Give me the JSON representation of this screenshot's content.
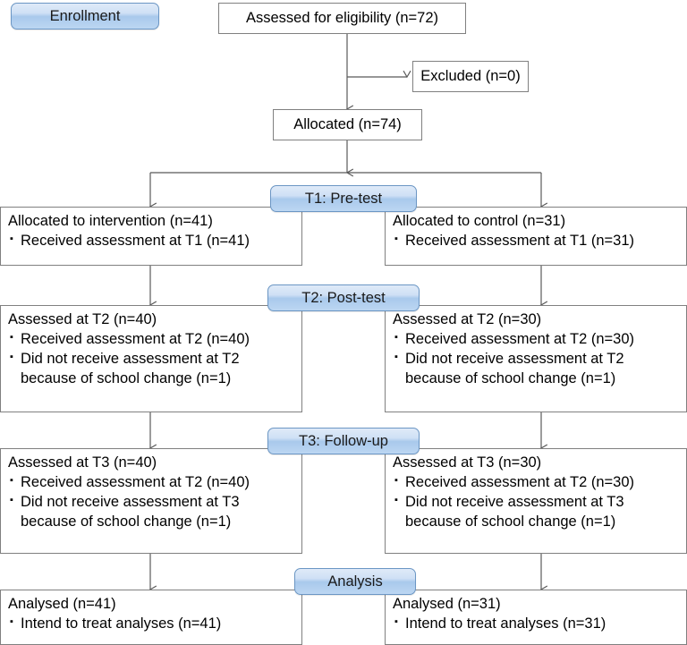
{
  "diagram": {
    "type": "consort-flow-diagram",
    "stage_labels": [
      {
        "id": "enrollment",
        "text": "Enrollment"
      },
      {
        "id": "t1",
        "text": "T1: Pre-test"
      },
      {
        "id": "t2",
        "text": "T2: Post-test"
      },
      {
        "id": "t3",
        "text": "T3: Follow-up"
      },
      {
        "id": "analysis",
        "text": "Analysis"
      }
    ],
    "enrollment": {
      "assessed": "Assessed for eligibility (n=72)",
      "excluded": "Excluded  (n=0)",
      "allocated": "Allocated (n=74)"
    },
    "t1": {
      "left": {
        "title": "Allocated to intervention (n=41)",
        "items": [
          "Received assessment at T1 (n=41)"
        ]
      },
      "right": {
        "title": "Allocated to control (n=31)",
        "items": [
          "Received assessment at T1 (n=31)"
        ]
      }
    },
    "t2": {
      "left": {
        "title": "Assessed at T2 (n=40)",
        "items": [
          "Received assessment at T2 (n=40)",
          "Did not receive assessment at T2"
        ],
        "continuation": "because of school change (n=1)"
      },
      "right": {
        "title": "Assessed at T2 (n=30)",
        "items": [
          "Received assessment at T2 (n=30)",
          "Did not receive assessment at T2"
        ],
        "continuation": "because of school change (n=1)"
      }
    },
    "t3": {
      "left": {
        "title": "Assessed at T3 (n=40)",
        "items": [
          "Received assessment at T2 (n=40)",
          "Did not receive assessment at T3"
        ],
        "continuation": "because of school change (n=1)"
      },
      "right": {
        "title": "Assessed at T3 (n=30)",
        "items": [
          "Received assessment at T2 (n=30)",
          "Did not receive assessment at T3"
        ],
        "continuation": "because of school change (n=1)"
      }
    },
    "analysis": {
      "left": {
        "title": "Analysed (n=41)",
        "items": [
          "Intend to treat analyses (n=41)"
        ]
      },
      "right": {
        "title": "Analysed (n=31)",
        "items": [
          "Intend to treat analyses (n=31)"
        ]
      }
    },
    "colors": {
      "pill_border": "#6b96c4",
      "pill_fill_top": "#dfeaf8",
      "pill_fill_bottom": "#bcd6f2",
      "box_border": "#808080",
      "connector": "#595959",
      "background": "#ffffff",
      "text": "#000000"
    }
  }
}
